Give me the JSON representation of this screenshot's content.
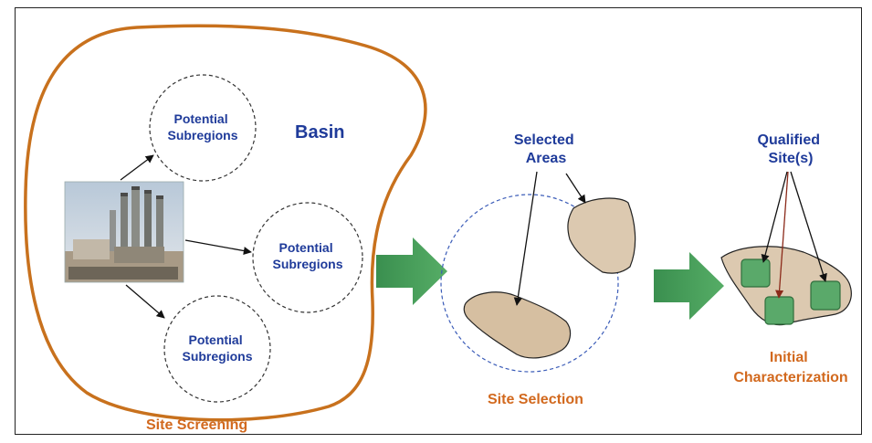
{
  "diagram": {
    "basin_label": "Basin",
    "subregion_top": [
      "Potential",
      "Subregions"
    ],
    "subregion_middle": [
      "Potential",
      "Subregions"
    ],
    "subregion_bottom": [
      "Potential",
      "Subregions"
    ],
    "stage_1_label": "Site Screening",
    "selected_areas": [
      "Selected",
      "Areas"
    ],
    "stage_2_label": "Site Selection",
    "qualified_sites": [
      "Qualified",
      "Site(s)"
    ],
    "stage_3_label": [
      "Initial",
      "Characterization"
    ]
  },
  "colors": {
    "basin_outline": "#c8711d",
    "label_blue": "#1f3b9a",
    "label_orange": "#d2691e",
    "arrow_green": "#3f9a55",
    "area_fill": "#dcc9b0",
    "site_green": "#5aa96a"
  }
}
